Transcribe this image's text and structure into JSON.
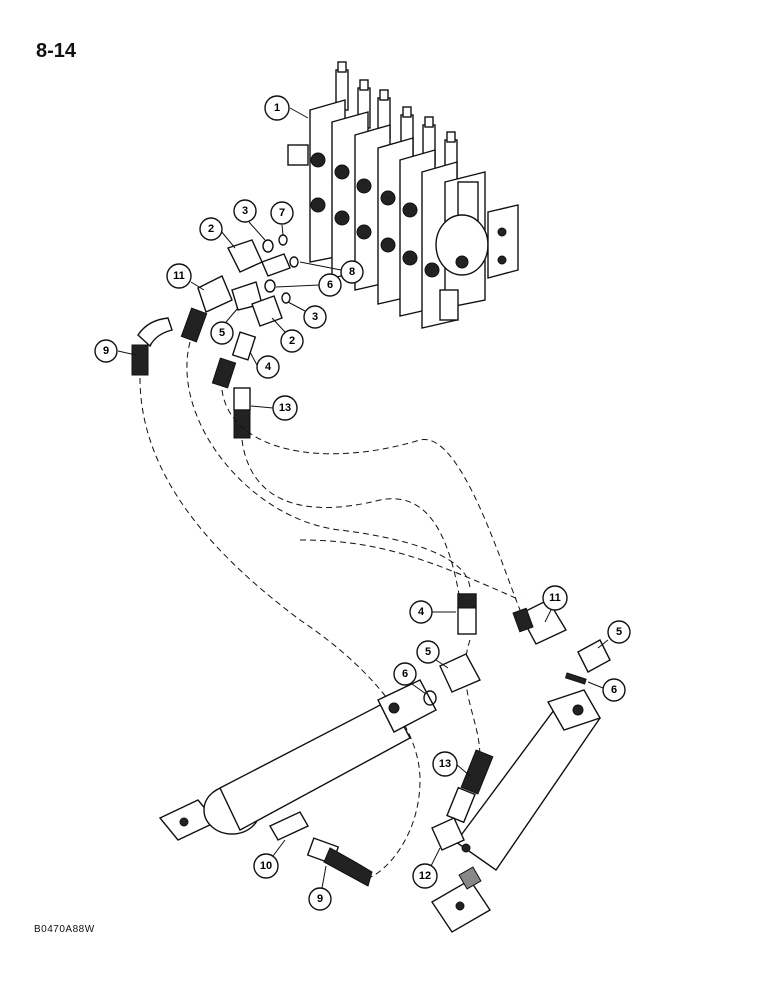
{
  "page_number": "8-14",
  "figure_code": "B0470A88W",
  "callouts": [
    {
      "label": "1"
    },
    {
      "label": "2"
    },
    {
      "label": "3"
    },
    {
      "label": "7"
    },
    {
      "label": "8"
    },
    {
      "label": "6"
    },
    {
      "label": "3"
    },
    {
      "label": "2"
    },
    {
      "label": "11"
    },
    {
      "label": "5"
    },
    {
      "label": "9"
    },
    {
      "label": "4"
    },
    {
      "label": "13"
    },
    {
      "label": "4"
    },
    {
      "label": "11"
    },
    {
      "label": "5"
    },
    {
      "label": "5"
    },
    {
      "label": "6"
    },
    {
      "label": "6"
    },
    {
      "label": "13"
    },
    {
      "label": "10"
    },
    {
      "label": "9"
    },
    {
      "label": "12"
    }
  ]
}
